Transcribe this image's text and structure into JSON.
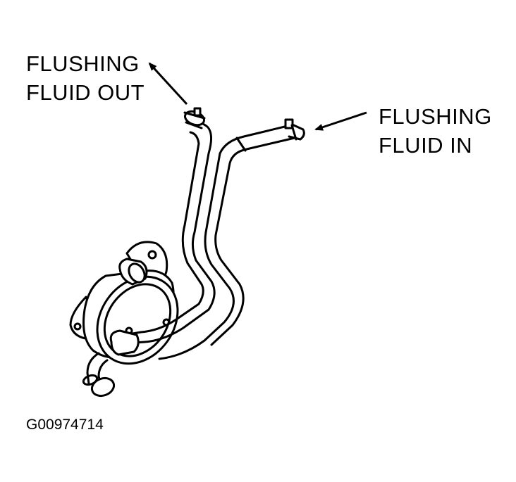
{
  "labels": {
    "flushing_out": [
      "FLUSHING",
      "FLUID OUT"
    ],
    "flushing_in": [
      "FLUSHING",
      "FLUID IN"
    ]
  },
  "figure_id": "G00974714",
  "colors": {
    "ink": "#000000",
    "background": "#ffffff"
  }
}
